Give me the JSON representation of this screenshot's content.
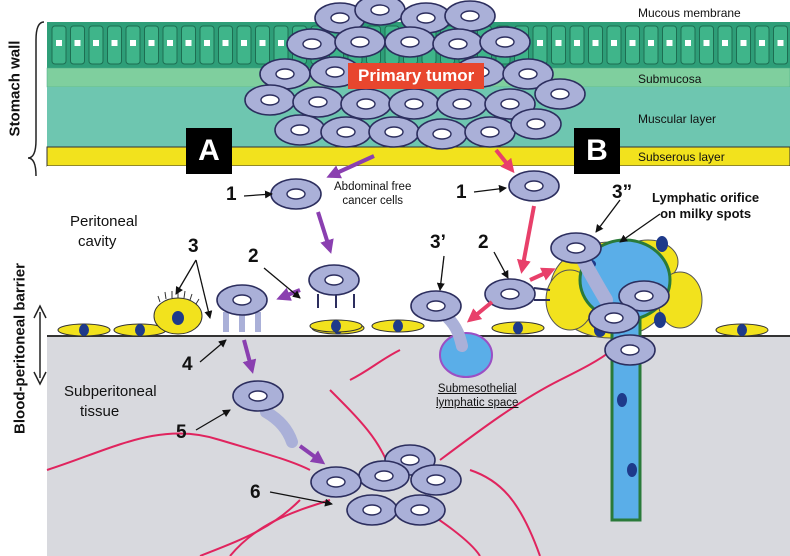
{
  "layers": {
    "mucous": "Mucous membrane",
    "submucosa": "Submucosa",
    "muscular": "Muscular layer",
    "subserous": "Subserous layer"
  },
  "side_labels": {
    "stomach_wall": "Stomach wall",
    "barrier": "Blood-peritoneal barrier"
  },
  "regions": {
    "peritoneal_cavity": [
      "Peritoneal",
      "cavity"
    ],
    "subperitoneal": [
      "Subperitoneal",
      "tissue"
    ]
  },
  "tumor_label": "Primary tumor",
  "box_labels": {
    "a": "A",
    "b": "B"
  },
  "annotations": {
    "free_cells": [
      "Abdominal free",
      "cancer cells"
    ],
    "lymphatic_orifice": [
      "Lymphatic orifice",
      "on milky spots"
    ],
    "submesothelial": [
      "Submesothelial",
      "lymphatic space"
    ]
  },
  "step_numbers": {
    "n1a": "1",
    "n1b": "1",
    "n2a": "2",
    "n2b": "2",
    "n3": "3",
    "n3p": "3’",
    "n3pp": "3”",
    "n4": "4",
    "n5": "5",
    "n6": "6"
  },
  "colors": {
    "mucosa": "#2e9e78",
    "submucosa": "#7fcf9e",
    "muscular": "#6ec6b0",
    "subserous": "#f2e21d",
    "cell": "#aab0d8",
    "cell_stroke": "#2c2e5e",
    "mesothelial": "#f2e21d",
    "nucleus": "#1e3a8a",
    "purple_arrow": "#8a3fb0",
    "red_arrow": "#e8406a",
    "lymph": "#5aaee8",
    "vessel": "#e0245e"
  }
}
